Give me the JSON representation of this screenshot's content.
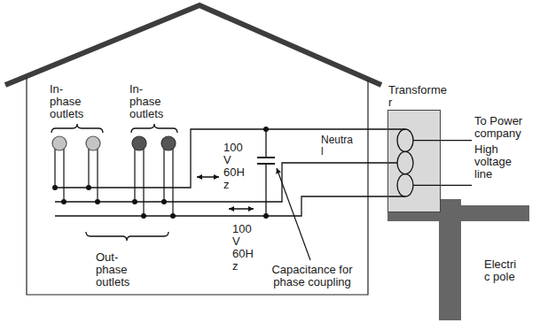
{
  "diagram": {
    "nodes": [
      {
        "text": [
          "Transforme r"
        ]
      }
    ],
    "labels": [
      "In- phase outlets",
      "In- phase outlets",
      "100 V 60H z",
      "100 V 60H z",
      "Neutra l",
      "Capacitance for phase coupling",
      "To Power company",
      "High voltage line",
      "Out- phase outlets",
      "Electri c pole"
    ]
  }
}
